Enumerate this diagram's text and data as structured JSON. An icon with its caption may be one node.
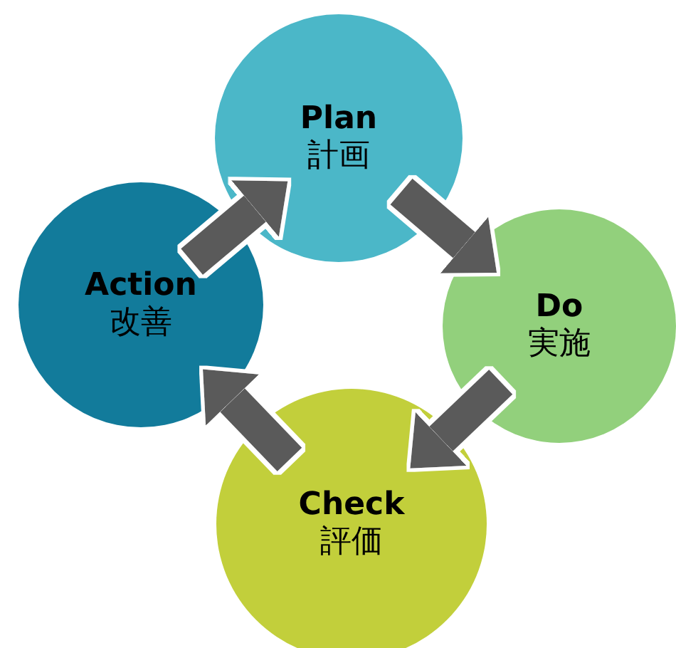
{
  "diagram": {
    "nodes": [
      {
        "text": [
          "Plan",
          "計画"
        ]
      },
      {
        "text": [
          "Do",
          "実施"
        ]
      },
      {
        "text": [
          "Check",
          "評価"
        ]
      },
      {
        "text": [
          "Action",
          "改善"
        ]
      }
    ],
    "edges": [
      {
        "from": 3,
        "to": 0,
        "arrow": "to"
      },
      {
        "from": 0,
        "to": 1,
        "arrow": "to"
      },
      {
        "from": 1,
        "to": 2,
        "arrow": "to"
      },
      {
        "from": 2,
        "to": 3,
        "arrow": "to"
      }
    ]
  }
}
